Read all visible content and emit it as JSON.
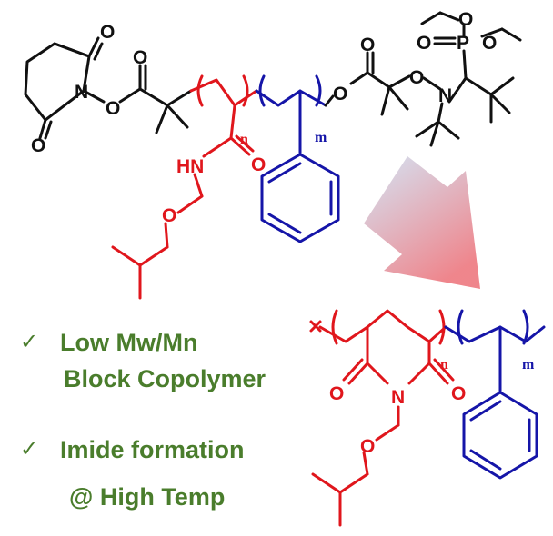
{
  "colors": {
    "black": "#111111",
    "red": "#e0161c",
    "blue": "#1515a8",
    "green": "#4a7d2c",
    "arrow_top": "#b7cde6",
    "arrow_bottom": "#f08a8e"
  },
  "atoms": {
    "o": "O",
    "n": "N",
    "p": "P",
    "hn": "HN"
  },
  "subscripts": {
    "n": "n",
    "m": "m"
  },
  "notes": {
    "check_symbol": "✓",
    "line1": "Low Mw/Mn",
    "line2": "Block Copolymer",
    "line3": "Imide formation",
    "line4": "@ High Temp"
  },
  "icons": {
    "check": "check-icon",
    "arrow": "reaction-arrow-icon"
  }
}
